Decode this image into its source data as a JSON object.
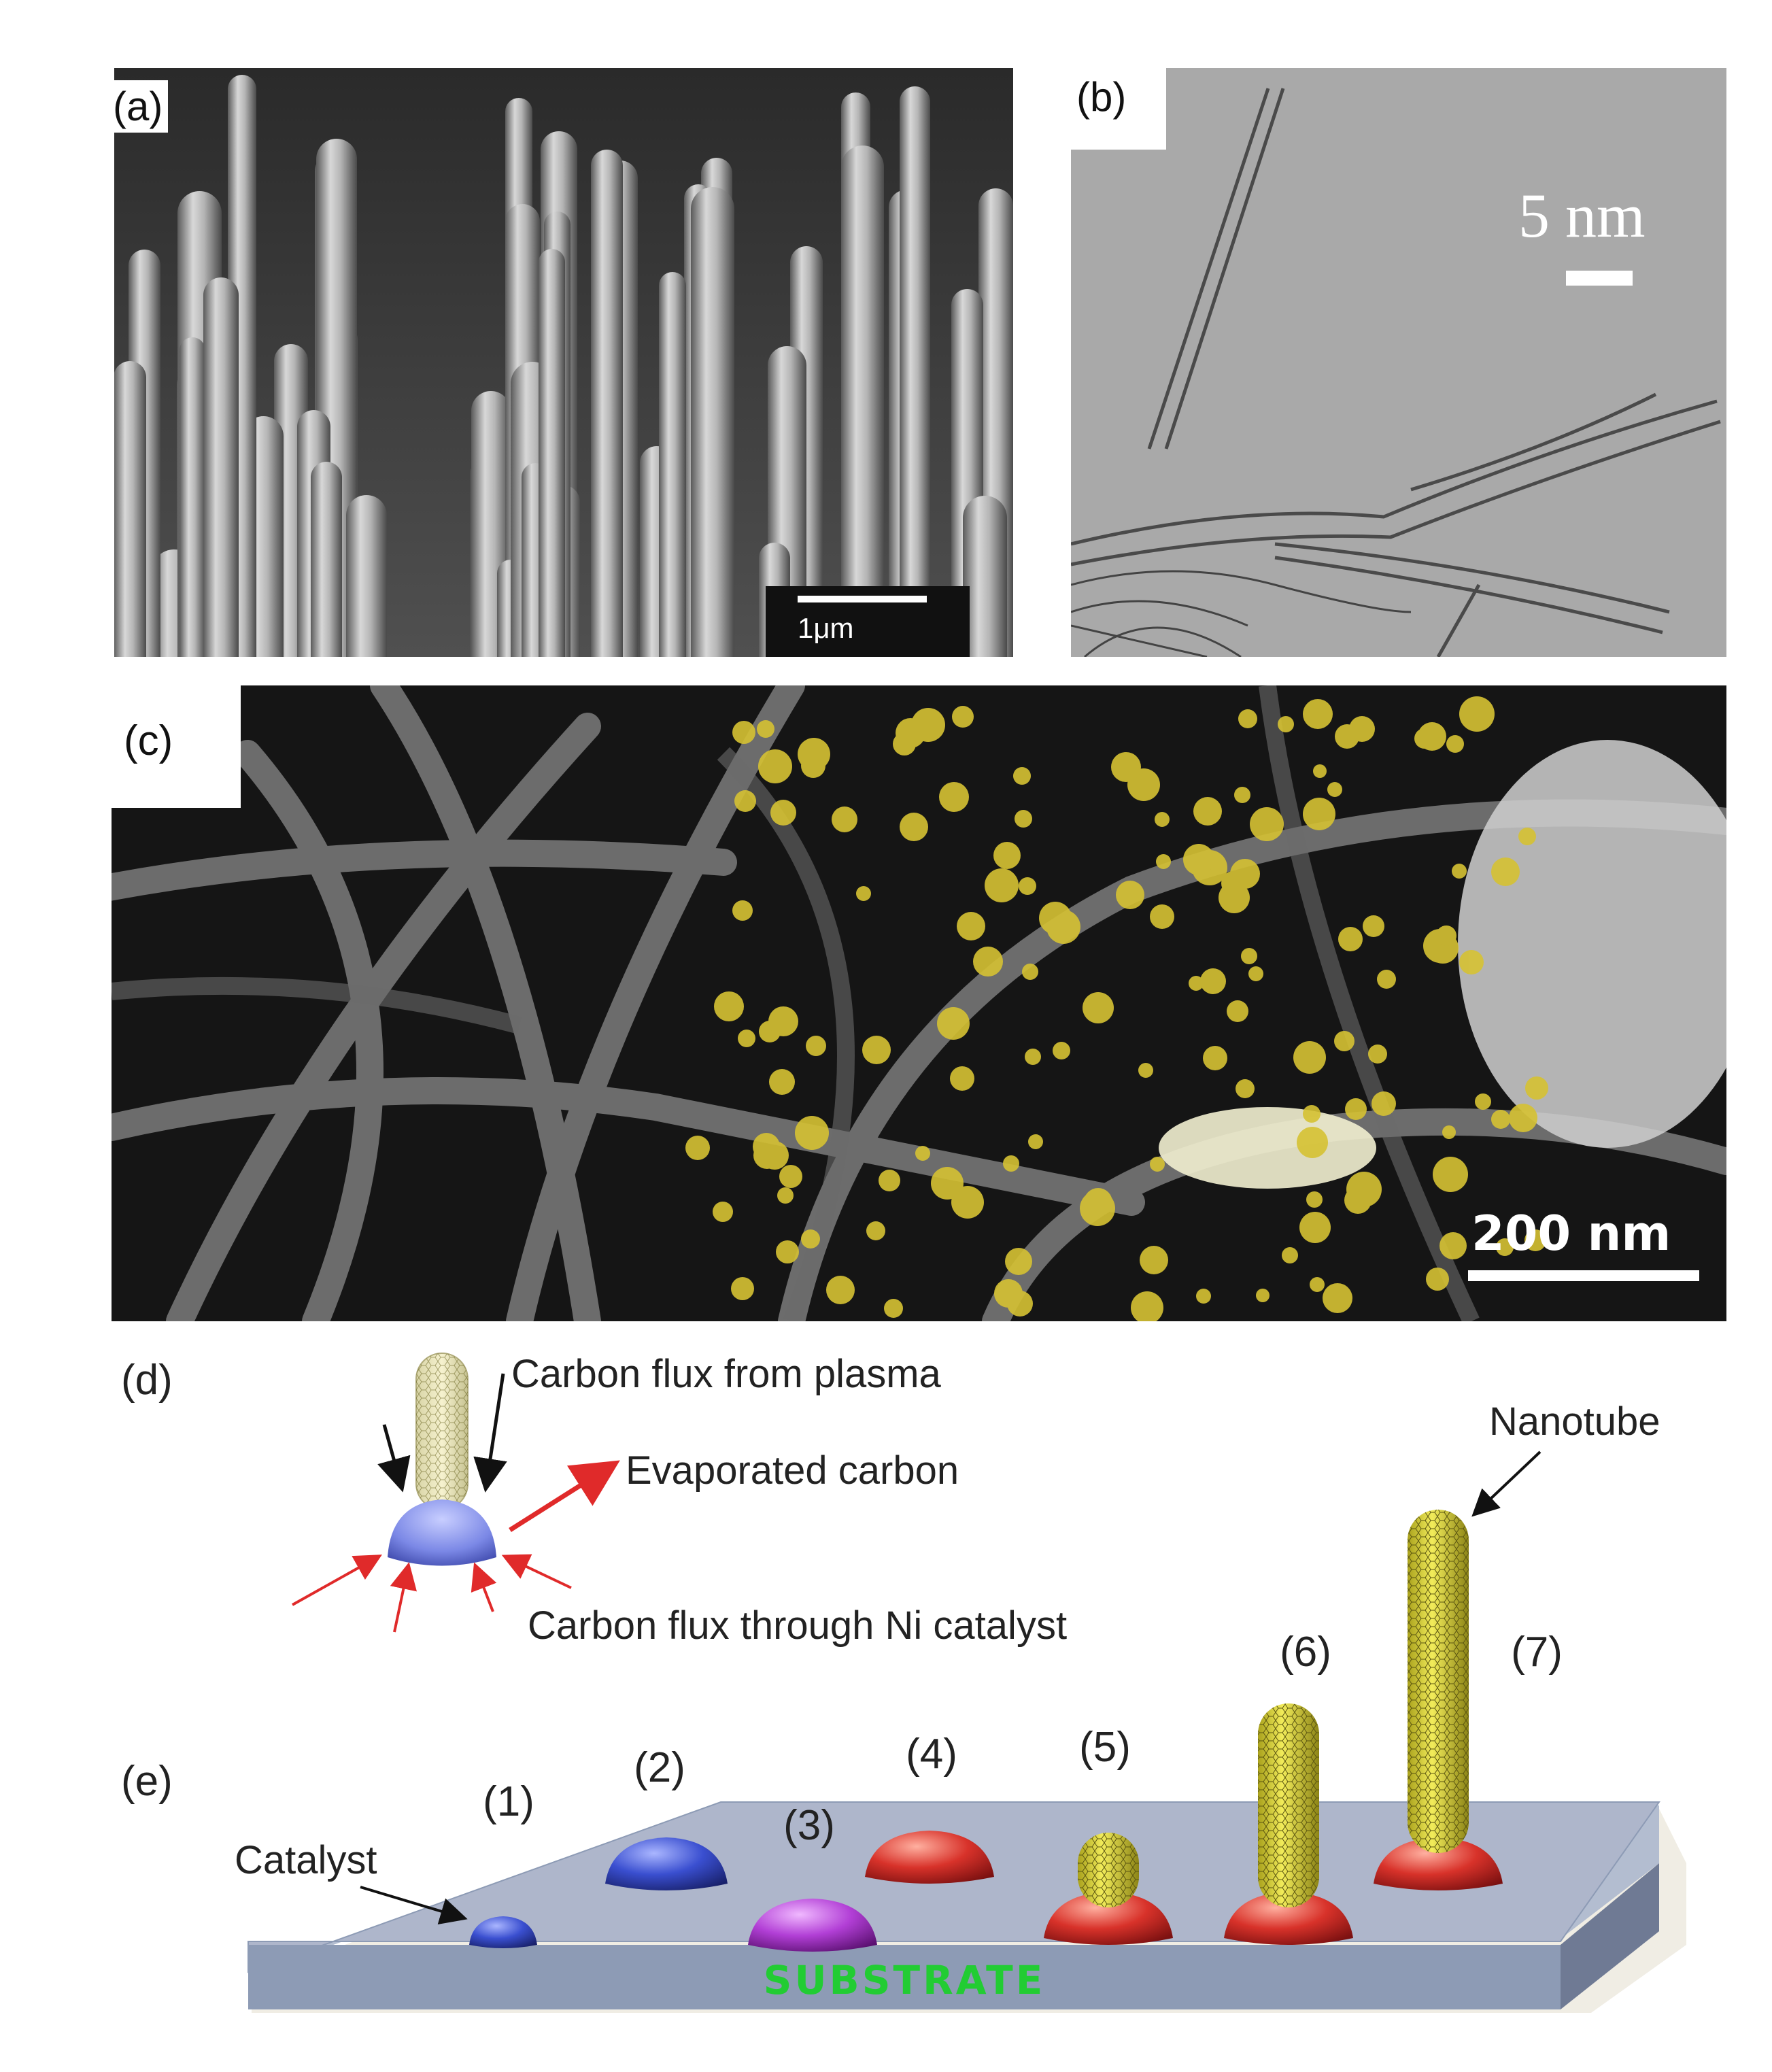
{
  "panels": {
    "a": {
      "label": "(a)",
      "scalebar": "1μm"
    },
    "b": {
      "label": "(b)",
      "scalebar": "5 nm"
    },
    "c": {
      "label": "(c)",
      "scalebar": "200 nm"
    },
    "d": {
      "label": "(d)",
      "carbon_flux_plasma": "Carbon flux from plasma",
      "evaporated_carbon": "Evaporated carbon",
      "carbon_flux_catalyst": "Carbon flux through Ni catalyst"
    },
    "e": {
      "label": "(e)",
      "catalyst": "Catalyst",
      "nanotube": "Nanotube",
      "substrate": "SUBSTRATE",
      "stages": [
        "(1)",
        "(2)",
        "(3)",
        "(4)",
        "(5)",
        "(6)",
        "(7)"
      ]
    }
  },
  "colors": {
    "catalyst_blue": "#3a4fd0",
    "catalyst_purple": "#b23fd6",
    "catalyst_red": "#d8322a",
    "nanotube_yellow": "#d9d23a",
    "substrate": "#8d9bb5",
    "substrate_text": "#22cc33",
    "arrow_red": "#e02a2a",
    "particle_gold": "#d6c233"
  },
  "icons": {
    "panel_a": "sem-nanopillars-image",
    "panel_b": "tem-nanotube-image",
    "panel_c": "sem-nanotube-network-image"
  }
}
